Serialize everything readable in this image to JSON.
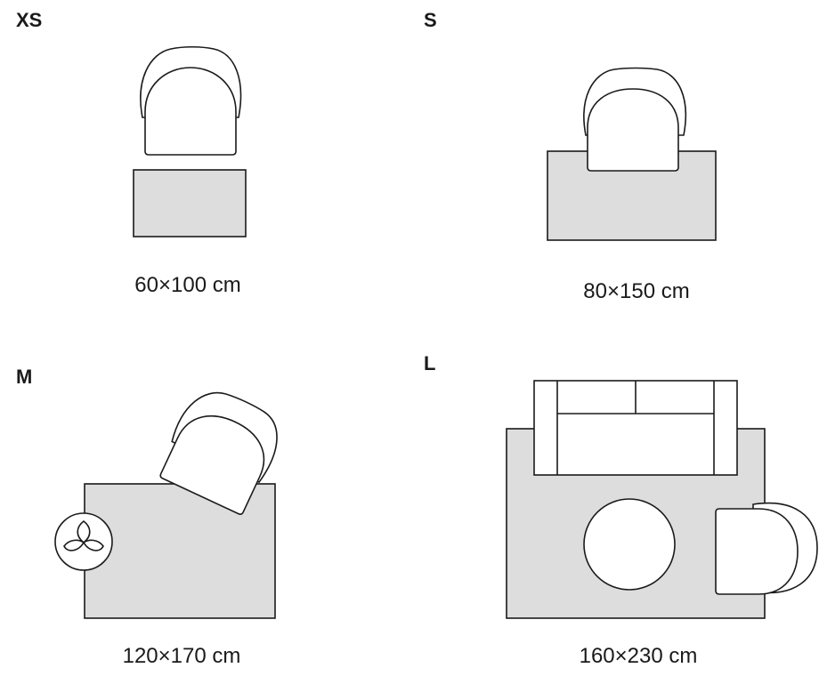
{
  "panels": {
    "xs": {
      "size": "XS",
      "dimensions": "60×100 cm"
    },
    "s": {
      "size": "S",
      "dimensions": "80×150 cm"
    },
    "m": {
      "size": "M",
      "dimensions": "120×170 cm"
    },
    "l": {
      "size": "L",
      "dimensions": "160×230 cm"
    }
  },
  "colors": {
    "rug": "#dddddd",
    "furniture": "#ffffff",
    "line": "#1a1a1a"
  }
}
